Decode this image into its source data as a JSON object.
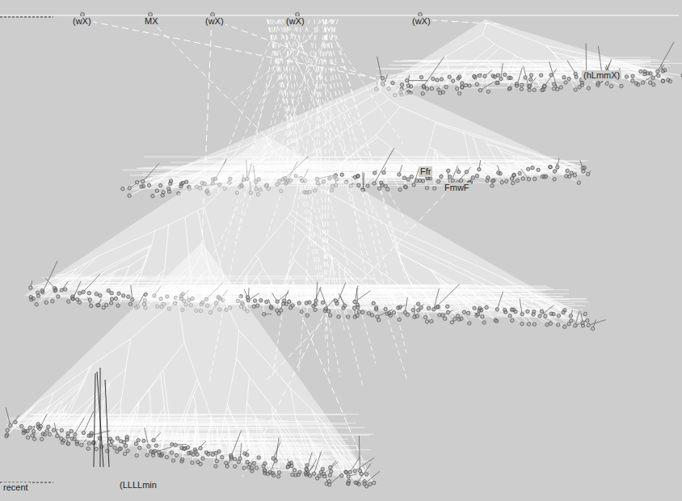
{
  "diagram": {
    "labels": [
      "(wX)",
      "MX",
      "(wX)",
      "(wX)",
      "(wX)",
      "(hLmmX)",
      "Ffr",
      "FmwF",
      "(LLLLmin",
      "recent"
    ]
  }
}
